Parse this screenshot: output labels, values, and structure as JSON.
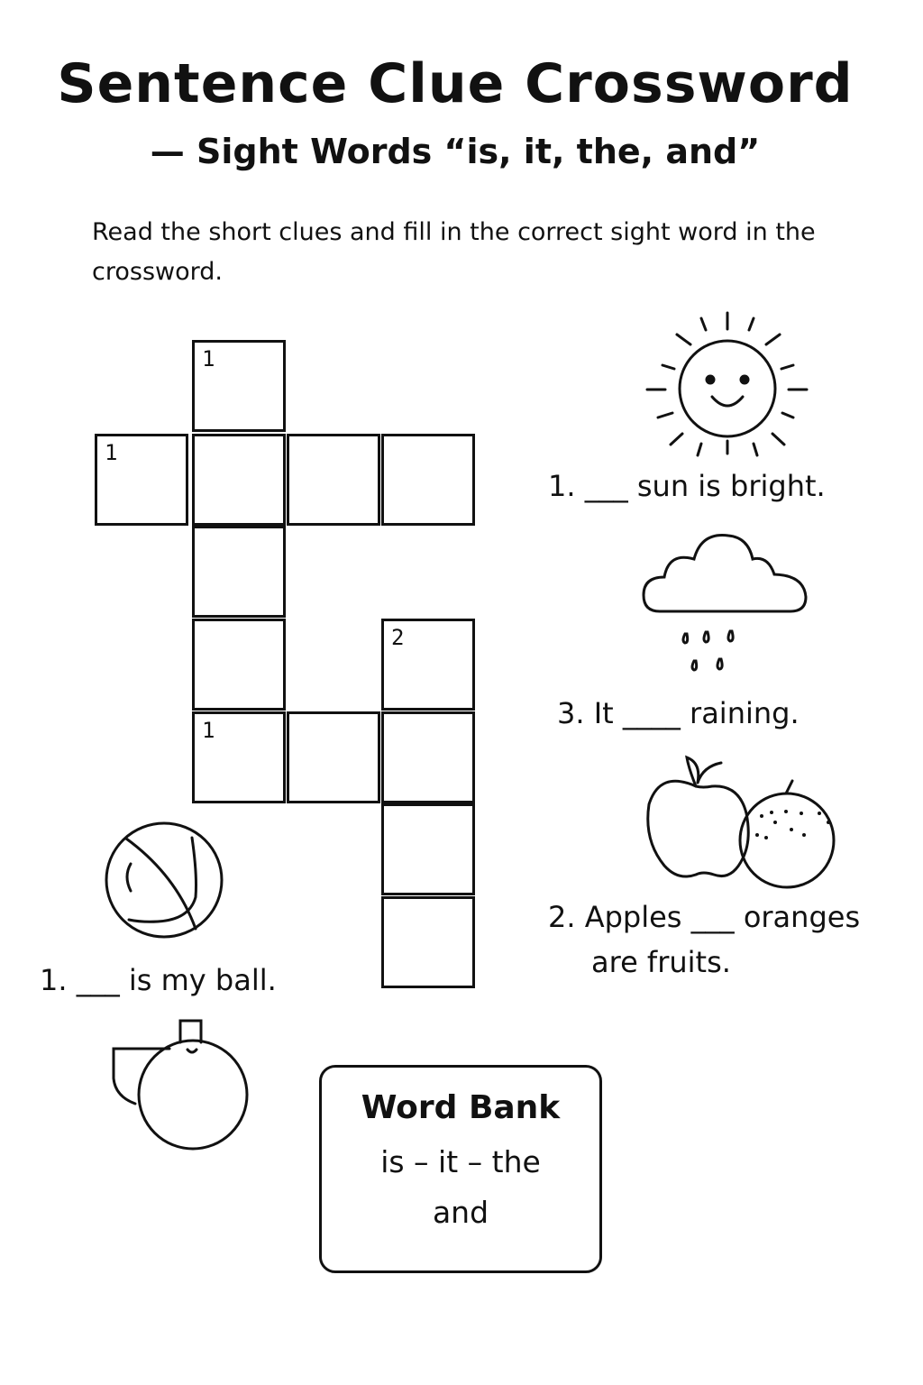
{
  "header": {
    "title": "Sentence Clue Crossword",
    "subtitle": "— Sight Words “is, it, the, and”"
  },
  "instructions": "Read the short clues and fill in the correct sight word in the crossword.",
  "crossword": {
    "cells": [
      {
        "row": 0,
        "col": 1,
        "number": "1"
      },
      {
        "row": 1,
        "col": 0,
        "number": "1"
      },
      {
        "row": 1,
        "col": 1,
        "number": ""
      },
      {
        "row": 1,
        "col": 2,
        "number": ""
      },
      {
        "row": 1,
        "col": 3,
        "number": ""
      },
      {
        "row": 2,
        "col": 1,
        "number": ""
      },
      {
        "row": 3,
        "col": 1,
        "number": ""
      },
      {
        "row": 3,
        "col": 3,
        "number": "2"
      },
      {
        "row": 4,
        "col": 1,
        "number": "1"
      },
      {
        "row": 4,
        "col": 2,
        "number": ""
      },
      {
        "row": 4,
        "col": 3,
        "number": ""
      },
      {
        "row": 5,
        "col": 3,
        "number": ""
      },
      {
        "row": 6,
        "col": 3,
        "number": ""
      }
    ]
  },
  "clues": {
    "sun": {
      "text": "1. ___ sun is bright.",
      "icon": "sun-icon"
    },
    "rain": {
      "text": "3. It ____ raining.",
      "icon": "rain-cloud-icon"
    },
    "fruits": {
      "line1": "2. Apples ___ oranges",
      "line2": "are fruits.",
      "icon": "apple-orange-icon"
    },
    "ball": {
      "text": "1. ___ is my ball.",
      "icon": "ball-icon"
    }
  },
  "extra_icon": "whistle-icon",
  "word_bank": {
    "title": "Word Bank",
    "line1": "is – it – the",
    "line2": "and"
  }
}
